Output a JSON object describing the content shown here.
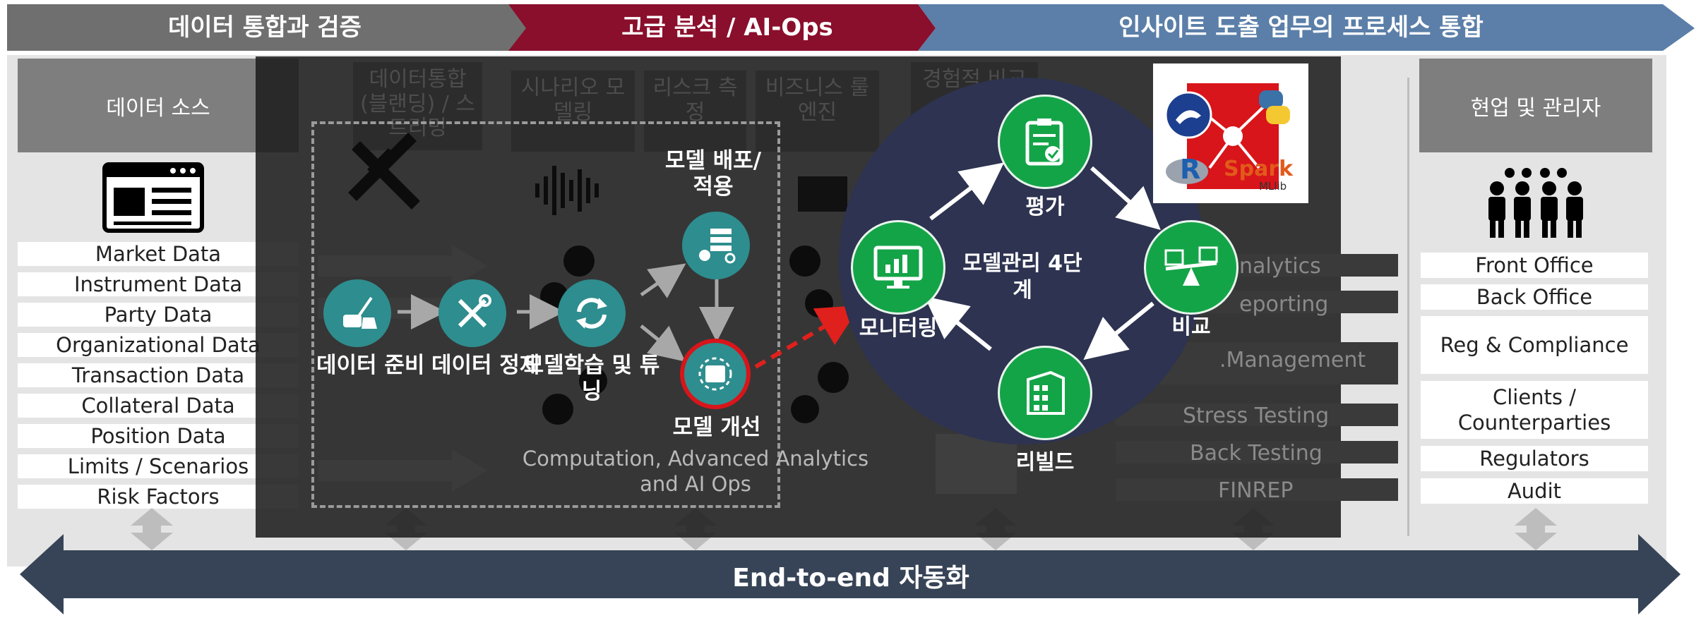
{
  "colors": {
    "banner_gray": "#6f6f6f",
    "banner_red": "#8a0f2c",
    "banner_blue": "#5b7fa8",
    "navy": "#2d3350",
    "green": "#14a448",
    "teal": "#2e8d8e",
    "red_dash": "#e0201c",
    "header_gray": "#7e7e7e"
  },
  "banners": [
    {
      "label": "데이터 통합과 검증"
    },
    {
      "label": "고급 분석 / AI-Ops"
    },
    {
      "label": "인사이트 도출 업무의 프로세스 통합"
    }
  ],
  "left_column": {
    "header": "데이터 소스",
    "icon": "document-icon",
    "items": [
      "Market Data",
      "Instrument Data",
      "Party Data",
      "Organizational Data",
      "Transaction Data",
      "Collateral Data",
      "Position Data",
      "Limits / Scenarios",
      "Risk Factors"
    ]
  },
  "right_column": {
    "header": "현업 및 관리자",
    "icon": "people-icon",
    "items": [
      "Front Office",
      "Back Office",
      "Reg & Compliance",
      "Clients / Counterparties",
      "Regulators",
      "Audit"
    ]
  },
  "background_headers": [
    "데이터통합 (블랜딩) / 스트리밍",
    "시나리오 모델링",
    "리스크 측정",
    "비즈니스 룰엔진",
    "경험적 비교"
  ],
  "background_items": [
    "nalytics",
    "eporting",
    ".Management",
    "Stress Testing",
    "Back Testing",
    "FINREP"
  ],
  "pipeline": {
    "steps": [
      {
        "label": "데이터 준비",
        "icon": "cleaning-icon"
      },
      {
        "label": "데이터 정제",
        "icon": "tools-icon"
      },
      {
        "label": "모델학습 및 튜닝",
        "icon": "refresh-icon"
      },
      {
        "label": "모델 배포/적용",
        "icon": "deploy-icon"
      },
      {
        "label": "모델 개선",
        "icon": "improve-icon"
      }
    ],
    "caption": "Computation, Advanced Analytics  and AI Ops"
  },
  "lifecycle": {
    "center_label": "모델관리 4단계",
    "nodes": [
      {
        "label": "평가",
        "icon": "clipboard-check-icon"
      },
      {
        "label": "비교",
        "icon": "scale-icon"
      },
      {
        "label": "리빌드",
        "icon": "building-icon"
      },
      {
        "label": "모니터링",
        "icon": "monitor-chart-icon"
      }
    ]
  },
  "logo_lettering": [
    "R",
    "Spark",
    "MLlib"
  ],
  "bottom_bar": {
    "label": "End-to-end 자동화"
  }
}
